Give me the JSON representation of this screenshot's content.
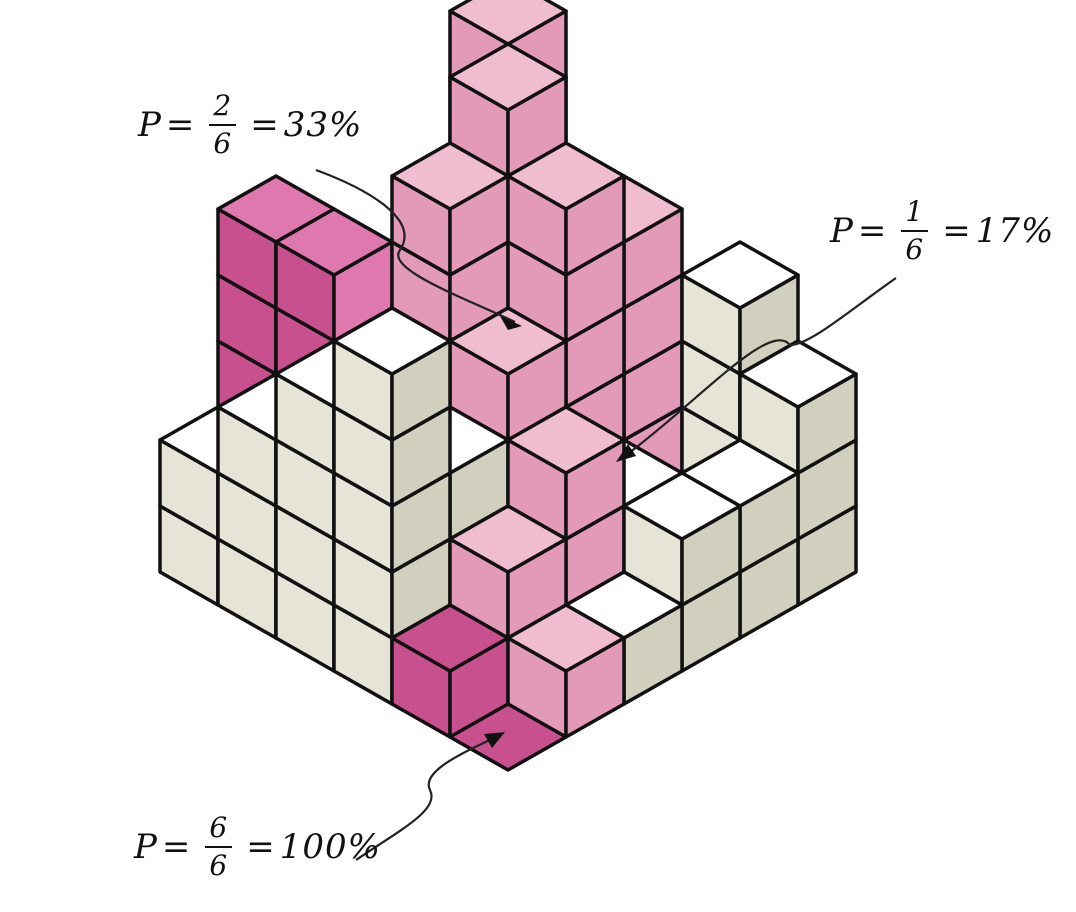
{
  "annotations": [
    {
      "id": "probability-top",
      "p_symbol": "P",
      "equals": "=",
      "numerator": "2",
      "denominator": "6",
      "result": "33%"
    },
    {
      "id": "probability-right",
      "p_symbol": "P",
      "equals": "=",
      "numerator": "1",
      "denominator": "6",
      "result": "17%"
    },
    {
      "id": "probability-bottom",
      "p_symbol": "P",
      "equals": "=",
      "numerator": "6",
      "denominator": "6",
      "result": "100%"
    }
  ],
  "colors": {
    "plain_top": "#ffffff",
    "plain_left": "#e6e4d6",
    "plain_right": "#d1cfbe",
    "pink_light": "#f0bcd0",
    "pink_mid": "#e39ab8",
    "pink_strong": "#df78ae",
    "pink_dark": "#c9508f",
    "outline": "#111111"
  }
}
